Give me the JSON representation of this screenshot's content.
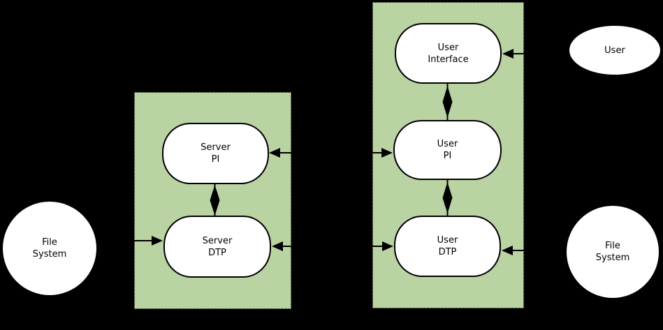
{
  "colors": {
    "background": "#000000",
    "process_group_fill": "#b9d3a3",
    "process_group_border": "#000000",
    "node_fill": "#ffffff",
    "node_border": "#000000",
    "text": "#000000",
    "arrow": "#000000"
  },
  "nodes": {
    "server_pi": {
      "lines": [
        "Server",
        "PI"
      ]
    },
    "server_dtp": {
      "lines": [
        "Server",
        "DTP"
      ]
    },
    "user_interface": {
      "lines": [
        "User",
        "Interface"
      ]
    },
    "user_pi": {
      "lines": [
        "User",
        "PI"
      ]
    },
    "user_dtp": {
      "lines": [
        "User",
        "DTP"
      ]
    },
    "user": {
      "label": "User"
    },
    "file_system_left": {
      "lines": [
        "File",
        "System"
      ]
    },
    "file_system_right": {
      "lines": [
        "File",
        "System"
      ]
    }
  }
}
